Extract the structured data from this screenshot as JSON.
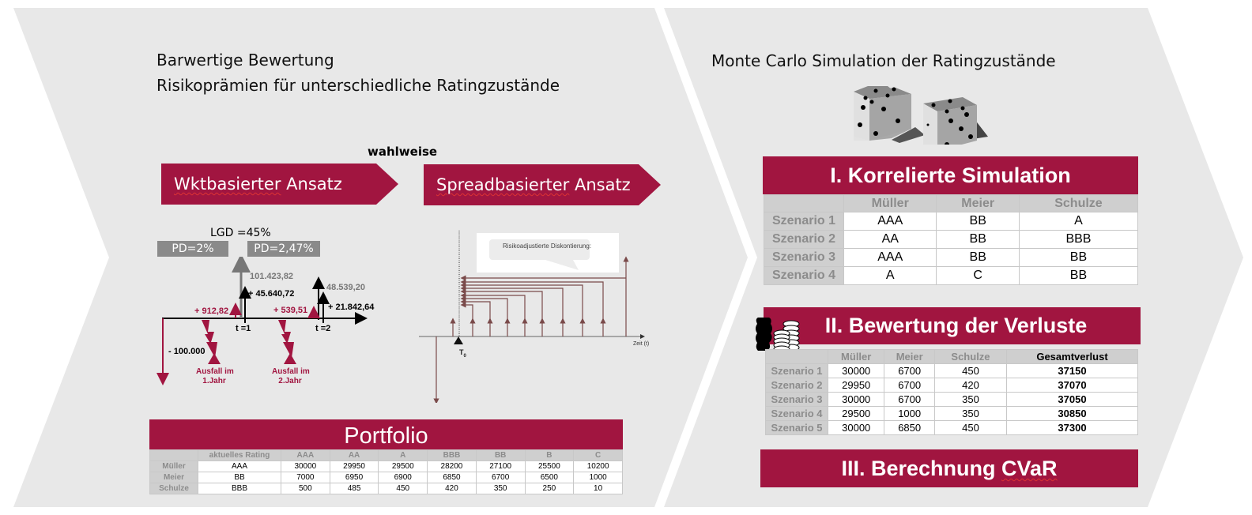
{
  "left_panel": {
    "title_line1": "Barwertige Bewertung",
    "title_line2": "Risikoprämien für unterschiedliche Ratingzustände",
    "choice_label": "wahlweise",
    "approach_1": {
      "word": "Wktbasierter",
      "rest": " Ansatz"
    },
    "approach_2": {
      "word": "Spreadbasierter",
      "rest": " Ansatz"
    },
    "cashflow_diagram": {
      "lgd": "LGD =45%",
      "pd_1": "PD=2%",
      "pd_2": "PD=2,47%",
      "initial": "- 100.000",
      "premium_1": "+ 912,82",
      "premium_2": "+ 539,51",
      "gross_1": "101.423,82",
      "net_1": "+ 45.640,72",
      "gross_2": "48.539,20",
      "net_2": "+ 21.842,64",
      "t1": "t =1",
      "t2": "t =2",
      "default_1": [
        "Ausfall im",
        "1.Jahr"
      ],
      "default_2": [
        "Ausfall im",
        "2.Jahr"
      ]
    },
    "spread_diagram": {
      "callout": "Risikoadjustierte  Diskontierung:",
      "t0": "T",
      "t0_sub": "0",
      "axis": "Zeit (t)"
    },
    "portfolio": {
      "title": "Portfolio",
      "headers": [
        "",
        "aktuelles Rating",
        "AAA",
        "AA",
        "A",
        "BBB",
        "BB",
        "B",
        "C"
      ],
      "rows": [
        [
          "Müller",
          "AAA",
          "30000",
          "29950",
          "29500",
          "28200",
          "27100",
          "25500",
          "10200"
        ],
        [
          "Meier",
          "BB",
          "7000",
          "6950",
          "6900",
          "6850",
          "6700",
          "6500",
          "1000"
        ],
        [
          "Schulze",
          "BBB",
          "500",
          "485",
          "450",
          "420",
          "350",
          "250",
          "10"
        ]
      ]
    }
  },
  "right_panel": {
    "title": "Monte Carlo Simulation der Ratingzustände",
    "dice_icon": "dice-icon",
    "coins_icon": "coins-icon",
    "simulation": {
      "title": "I. Korrelierte Simulation",
      "headers": [
        "",
        "Müller",
        "Meier",
        "Schulze"
      ],
      "rows": [
        [
          "Szenario 1",
          "AAA",
          "BB",
          "A"
        ],
        [
          "Szenario 2",
          "AA",
          "BB",
          "BBB"
        ],
        [
          "Szenario 3",
          "AAA",
          "BB",
          "BB"
        ],
        [
          "Szenario 4",
          "A",
          "C",
          "BB"
        ]
      ]
    },
    "losses": {
      "title": "II. Bewertung der Verluste",
      "headers": [
        "",
        "Müller",
        "Meier",
        "Schulze",
        "Gesamtverlust"
      ],
      "rows": [
        [
          "Szenario 1",
          "30000",
          "6700",
          "450",
          "37150"
        ],
        [
          "Szenario 2",
          "29950",
          "6700",
          "420",
          "37070"
        ],
        [
          "Szenario 3",
          "30000",
          "6700",
          "350",
          "37050"
        ],
        [
          "Szenario 4",
          "29500",
          "1000",
          "350",
          "30850"
        ],
        [
          "Szenario 5",
          "30000",
          "6850",
          "450",
          "37300"
        ]
      ]
    },
    "cvar": {
      "prefix": "III. Berechnung ",
      "word": "CVaR"
    }
  },
  "colors": {
    "accent": "#a11540",
    "panel_bg": "#e8e8e8",
    "header_grey": "#cfcfcf",
    "pd_grey": "#8a8a8a",
    "arrow_brown": "#7a4a4a"
  }
}
